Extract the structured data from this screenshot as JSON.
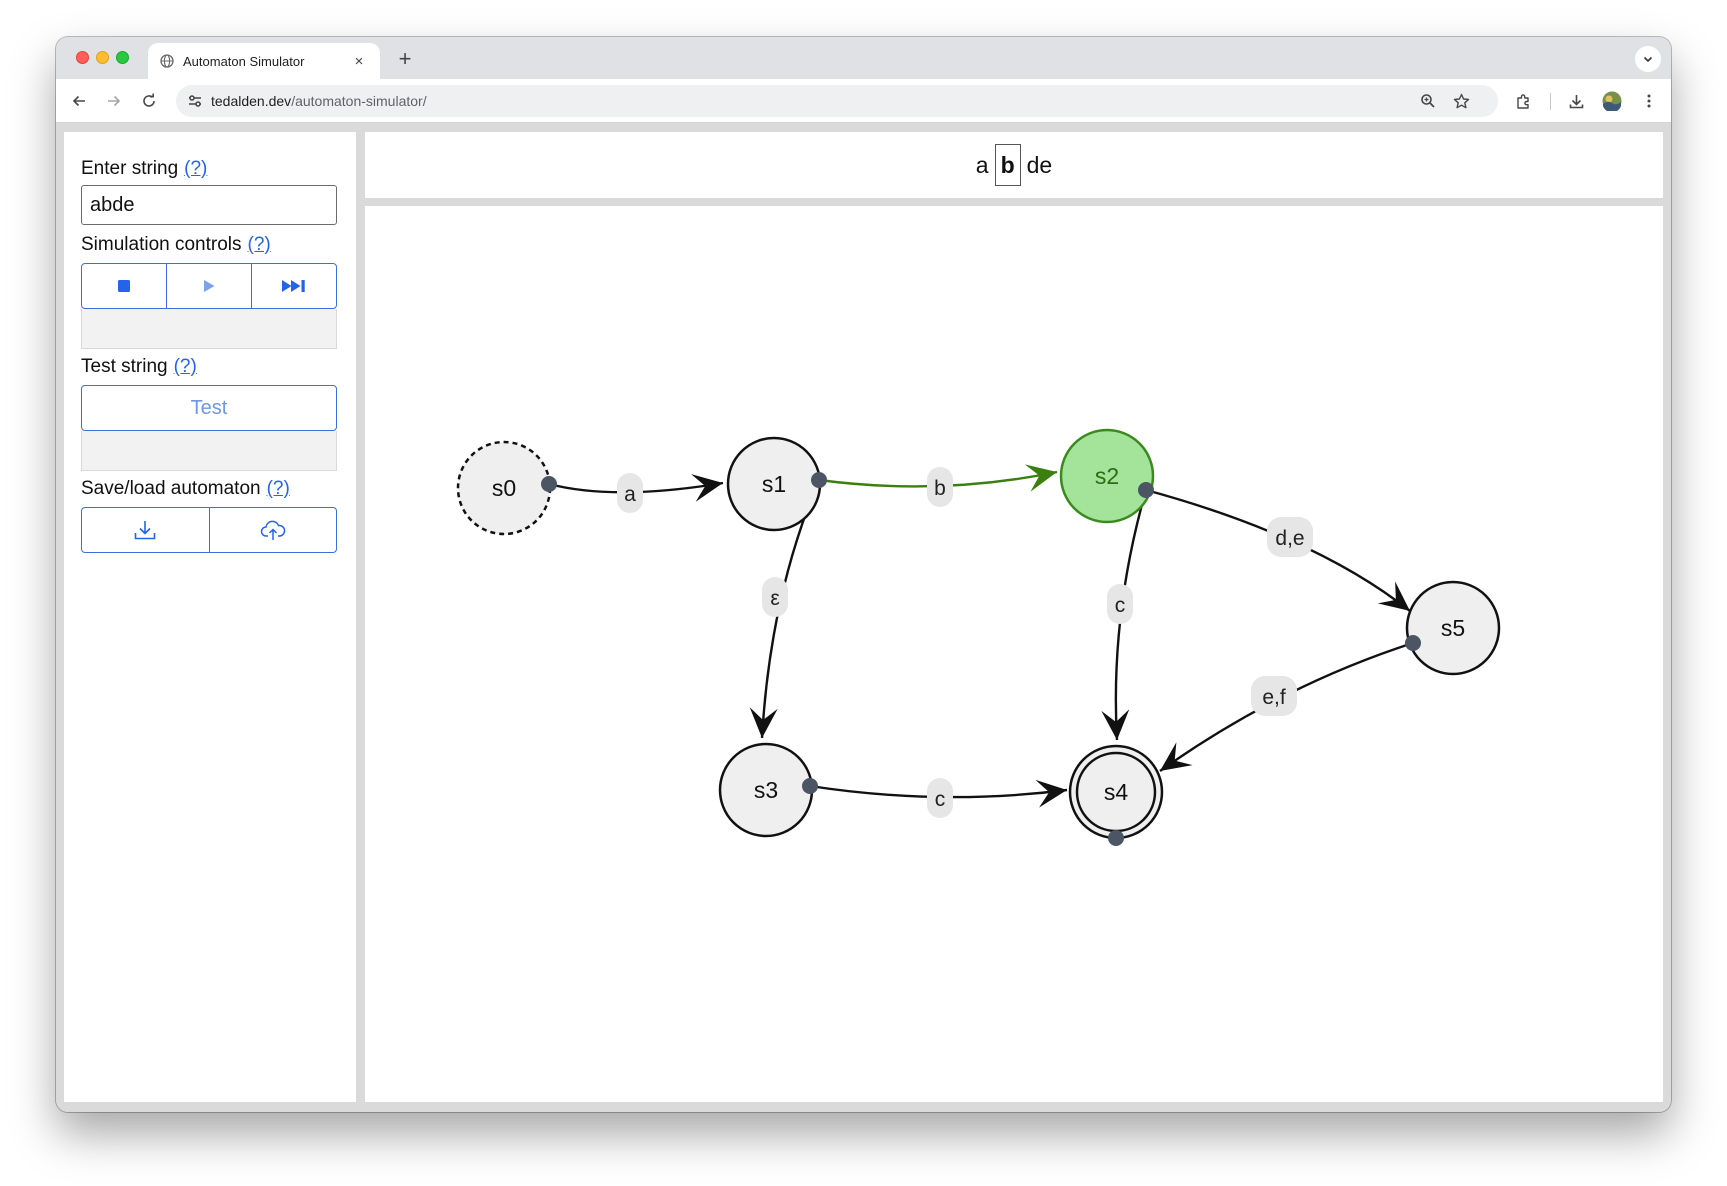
{
  "browser": {
    "tab_title": "Automaton Simulator",
    "tab_close": "×",
    "new_tab": "+",
    "url_host": "tedalden.dev",
    "url_path": "/automaton-simulator/"
  },
  "sidebar": {
    "enter_string_label": "Enter string",
    "enter_string_help": "(?)",
    "input_value": "abde",
    "sim_controls_label": "Simulation controls",
    "sim_controls_help": "(?)",
    "sim_buttons": [
      "stop-icon",
      "play-icon",
      "fast-forward-icon"
    ],
    "test_string_label": "Test string",
    "test_string_help": "(?)",
    "test_button": "Test",
    "save_load_label": "Save/load automaton",
    "save_load_help": "(?)",
    "save_load_buttons": [
      "download-icon",
      "upload-cloud-icon"
    ]
  },
  "tape": {
    "before": "a",
    "current": "b",
    "after": "de"
  },
  "automaton": {
    "states": [
      {
        "id": "s0",
        "label": "s0",
        "initial": true,
        "accepting": false,
        "active": false
      },
      {
        "id": "s1",
        "label": "s1",
        "initial": false,
        "accepting": false,
        "active": false
      },
      {
        "id": "s2",
        "label": "s2",
        "initial": false,
        "accepting": false,
        "active": true
      },
      {
        "id": "s3",
        "label": "s3",
        "initial": false,
        "accepting": false,
        "active": false
      },
      {
        "id": "s4",
        "label": "s4",
        "initial": false,
        "accepting": true,
        "active": false
      },
      {
        "id": "s5",
        "label": "s5",
        "initial": false,
        "accepting": false,
        "active": false
      }
    ],
    "transitions": [
      {
        "from": "s0",
        "to": "s1",
        "label": "a",
        "active": false
      },
      {
        "from": "s1",
        "to": "s2",
        "label": "b",
        "active": true
      },
      {
        "from": "s1",
        "to": "s3",
        "label": "ε",
        "active": false
      },
      {
        "from": "s2",
        "to": "s4",
        "label": "c",
        "active": false
      },
      {
        "from": "s2",
        "to": "s5",
        "label": "d,e",
        "active": false
      },
      {
        "from": "s5",
        "to": "s4",
        "label": "e,f",
        "active": false
      },
      {
        "from": "s3",
        "to": "s4",
        "label": "c",
        "active": false
      }
    ]
  },
  "colors": {
    "accent_blue": "#2563eb",
    "active_state_fill": "#a3e39a",
    "active_state_stroke": "#3a8a1e",
    "active_edge": "#3a7f10",
    "state_fill": "#efefef",
    "handle": "#4b5563",
    "edge_label_bg": "#e6e6e6"
  }
}
